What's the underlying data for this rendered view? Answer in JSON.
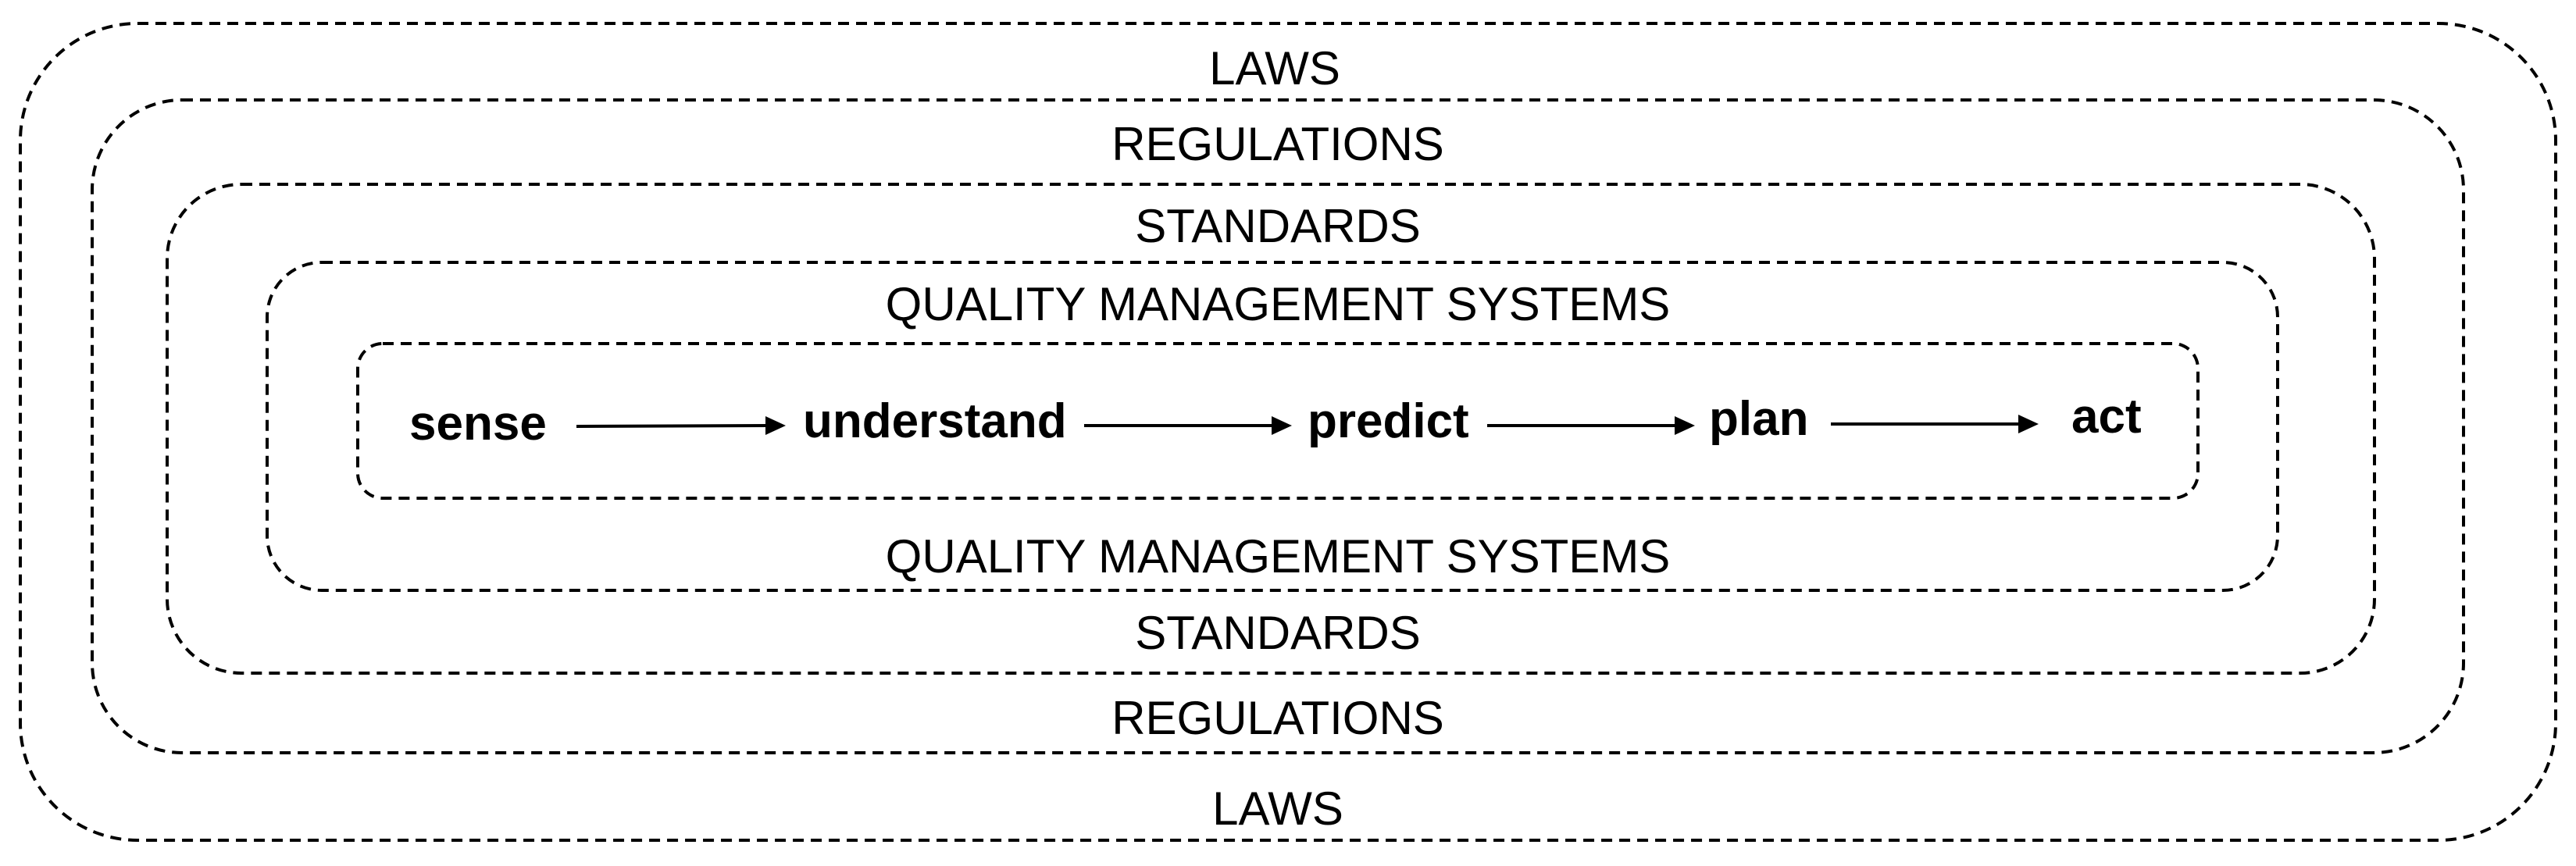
{
  "layers": [
    {
      "name": "laws",
      "top_label": "LAWS",
      "bottom_label": "LAWS"
    },
    {
      "name": "regulations",
      "top_label": "REGULATIONS",
      "bottom_label": "REGULATIONS"
    },
    {
      "name": "standards",
      "top_label": "STANDARDS",
      "bottom_label": "STANDARDS"
    },
    {
      "name": "qms",
      "top_label": "QUALITY MANAGEMENT SYSTEMS",
      "bottom_label": "QUALITY MANAGEMENT SYSTEMS"
    }
  ],
  "process": {
    "steps": [
      "sense",
      "understand",
      "predict",
      "plan",
      "act"
    ]
  },
  "colors": {
    "stroke": "#000000",
    "background": "#ffffff"
  }
}
